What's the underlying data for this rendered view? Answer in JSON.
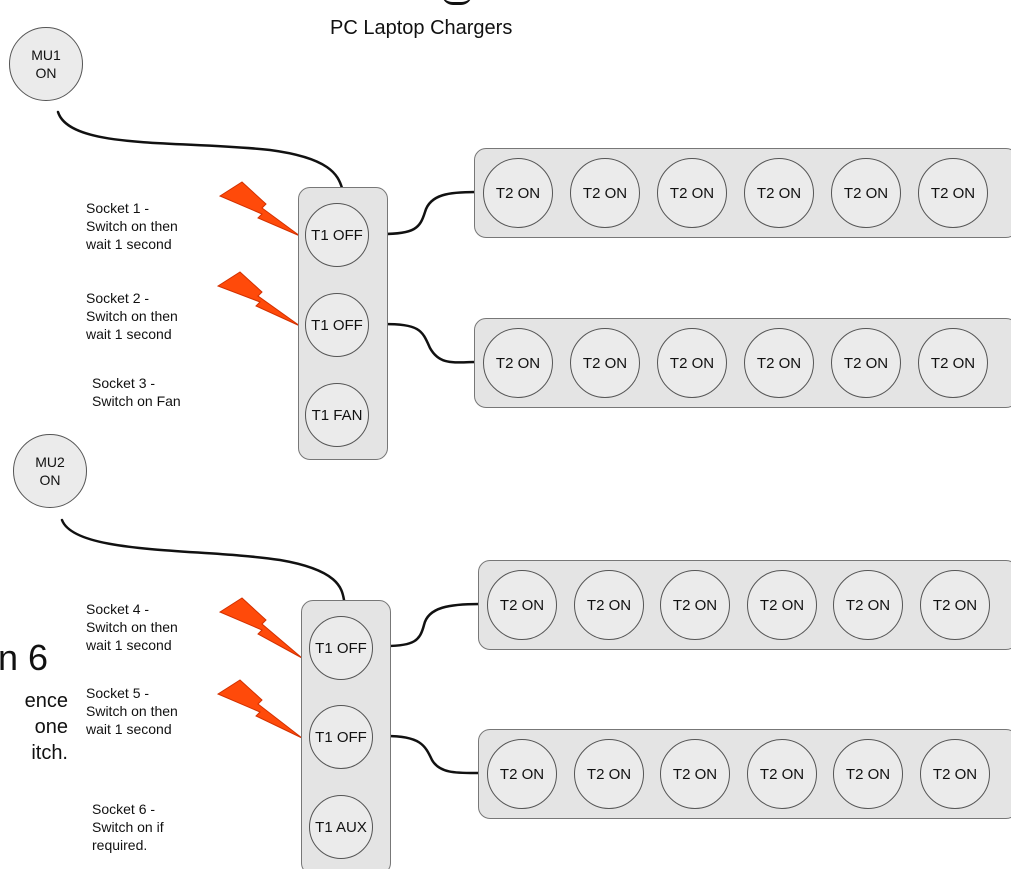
{
  "header": {
    "subtitle": "PC Laptop Chargers"
  },
  "left_cut": {
    "title_fragment": "n 6",
    "text_fragment": "ence\none\nitch."
  },
  "masters": [
    {
      "label": "MU1\nON"
    },
    {
      "label": "MU2\nON"
    }
  ],
  "towers": [
    {
      "sockets": [
        {
          "label": "T1 OFF"
        },
        {
          "label": "T1 OFF"
        },
        {
          "label": "T1 FAN"
        }
      ]
    },
    {
      "sockets": [
        {
          "label": "T1 OFF"
        },
        {
          "label": "T1 OFF"
        },
        {
          "label": "T1 AUX"
        }
      ]
    }
  ],
  "strips": [
    {
      "outlets": [
        "T2 ON",
        "T2 ON",
        "T2 ON",
        "T2 ON",
        "T2 ON",
        "T2 ON"
      ]
    },
    {
      "outlets": [
        "T2 ON",
        "T2 ON",
        "T2 ON",
        "T2 ON",
        "T2 ON",
        "T2 ON"
      ]
    },
    {
      "outlets": [
        "T2 ON",
        "T2 ON",
        "T2 ON",
        "T2 ON",
        "T2 ON",
        "T2 ON"
      ]
    },
    {
      "outlets": [
        "T2 ON",
        "T2 ON",
        "T2 ON",
        "T2 ON",
        "T2 ON",
        "T2 ON"
      ]
    }
  ],
  "notes": [
    {
      "text": "Socket 1 -\nSwitch on then\nwait 1 second"
    },
    {
      "text": "Socket 2 -\nSwitch on then\nwait 1 second"
    },
    {
      "text": "Socket 3 -\nSwitch on Fan"
    },
    {
      "text": "Socket 4 -\nSwitch on then\nwait 1 second"
    },
    {
      "text": "Socket 5 -\nSwitch on then\nwait 1 second"
    },
    {
      "text": "Socket 6 -\nSwitch on if\nrequired."
    }
  ],
  "colors": {
    "bolt": "#ff4a0a",
    "wire": "#111111"
  }
}
